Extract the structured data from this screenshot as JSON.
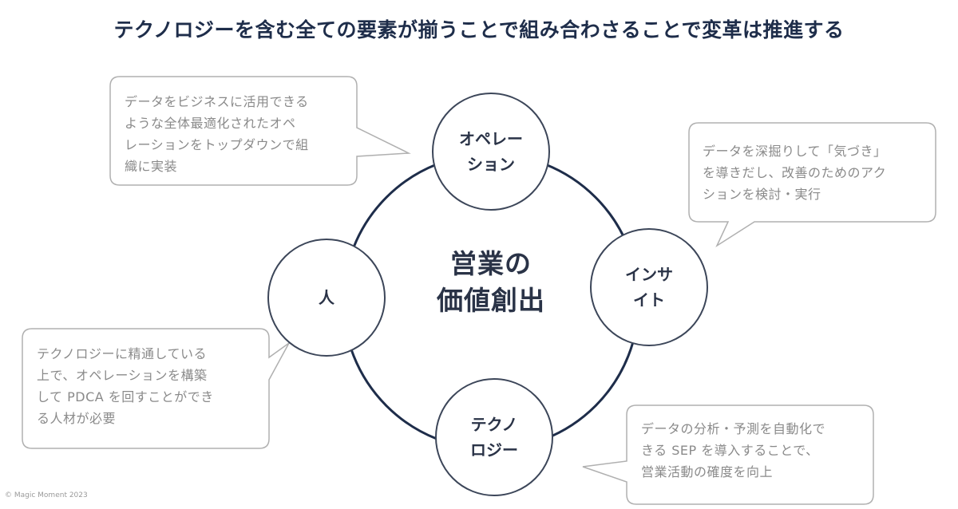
{
  "title": "テクノロジーを含む全ての要素が揃うことで組み合わさることで変革は推進する",
  "center": {
    "line1": "営業の",
    "line2": "価値創出"
  },
  "nodes": [
    {
      "id": "operation",
      "line1": "オペレー",
      "line2": "ション"
    },
    {
      "id": "insight",
      "line1": "インサ",
      "line2": "イト"
    },
    {
      "id": "technology",
      "line1": "テクノ",
      "line2": "ロジー"
    },
    {
      "id": "people",
      "line1": "人",
      "line2": ""
    }
  ],
  "bubbles": {
    "operation": {
      "line1": "データをビジネスに活用できる",
      "line2": "ような全体最適化されたオペ",
      "line3": "レーションをトップダウンで組",
      "line4": "織に実装"
    },
    "insight": {
      "line1": "データを深掘りして「気づき」",
      "line2": "を導きだし、改善のためのアク",
      "line3": "ションを検討・実行"
    },
    "people": {
      "line1": "テクノロジーに精通している",
      "line2": "上で、オペレーションを構築",
      "line3": "して PDCA を回すことができ",
      "line4": "る人材が必要"
    },
    "technology": {
      "line1": "データの分析・予測を自動化で",
      "line2": "きる SEP を導入することで、",
      "line3": "営業活動の確度を向上"
    }
  },
  "footer": "© Magic Moment 2023",
  "colors": {
    "navy": "#1e2d4a",
    "node_border": "#3c4659",
    "bubble_border": "#b0b0b0",
    "bubble_text": "#8a8a8a"
  }
}
